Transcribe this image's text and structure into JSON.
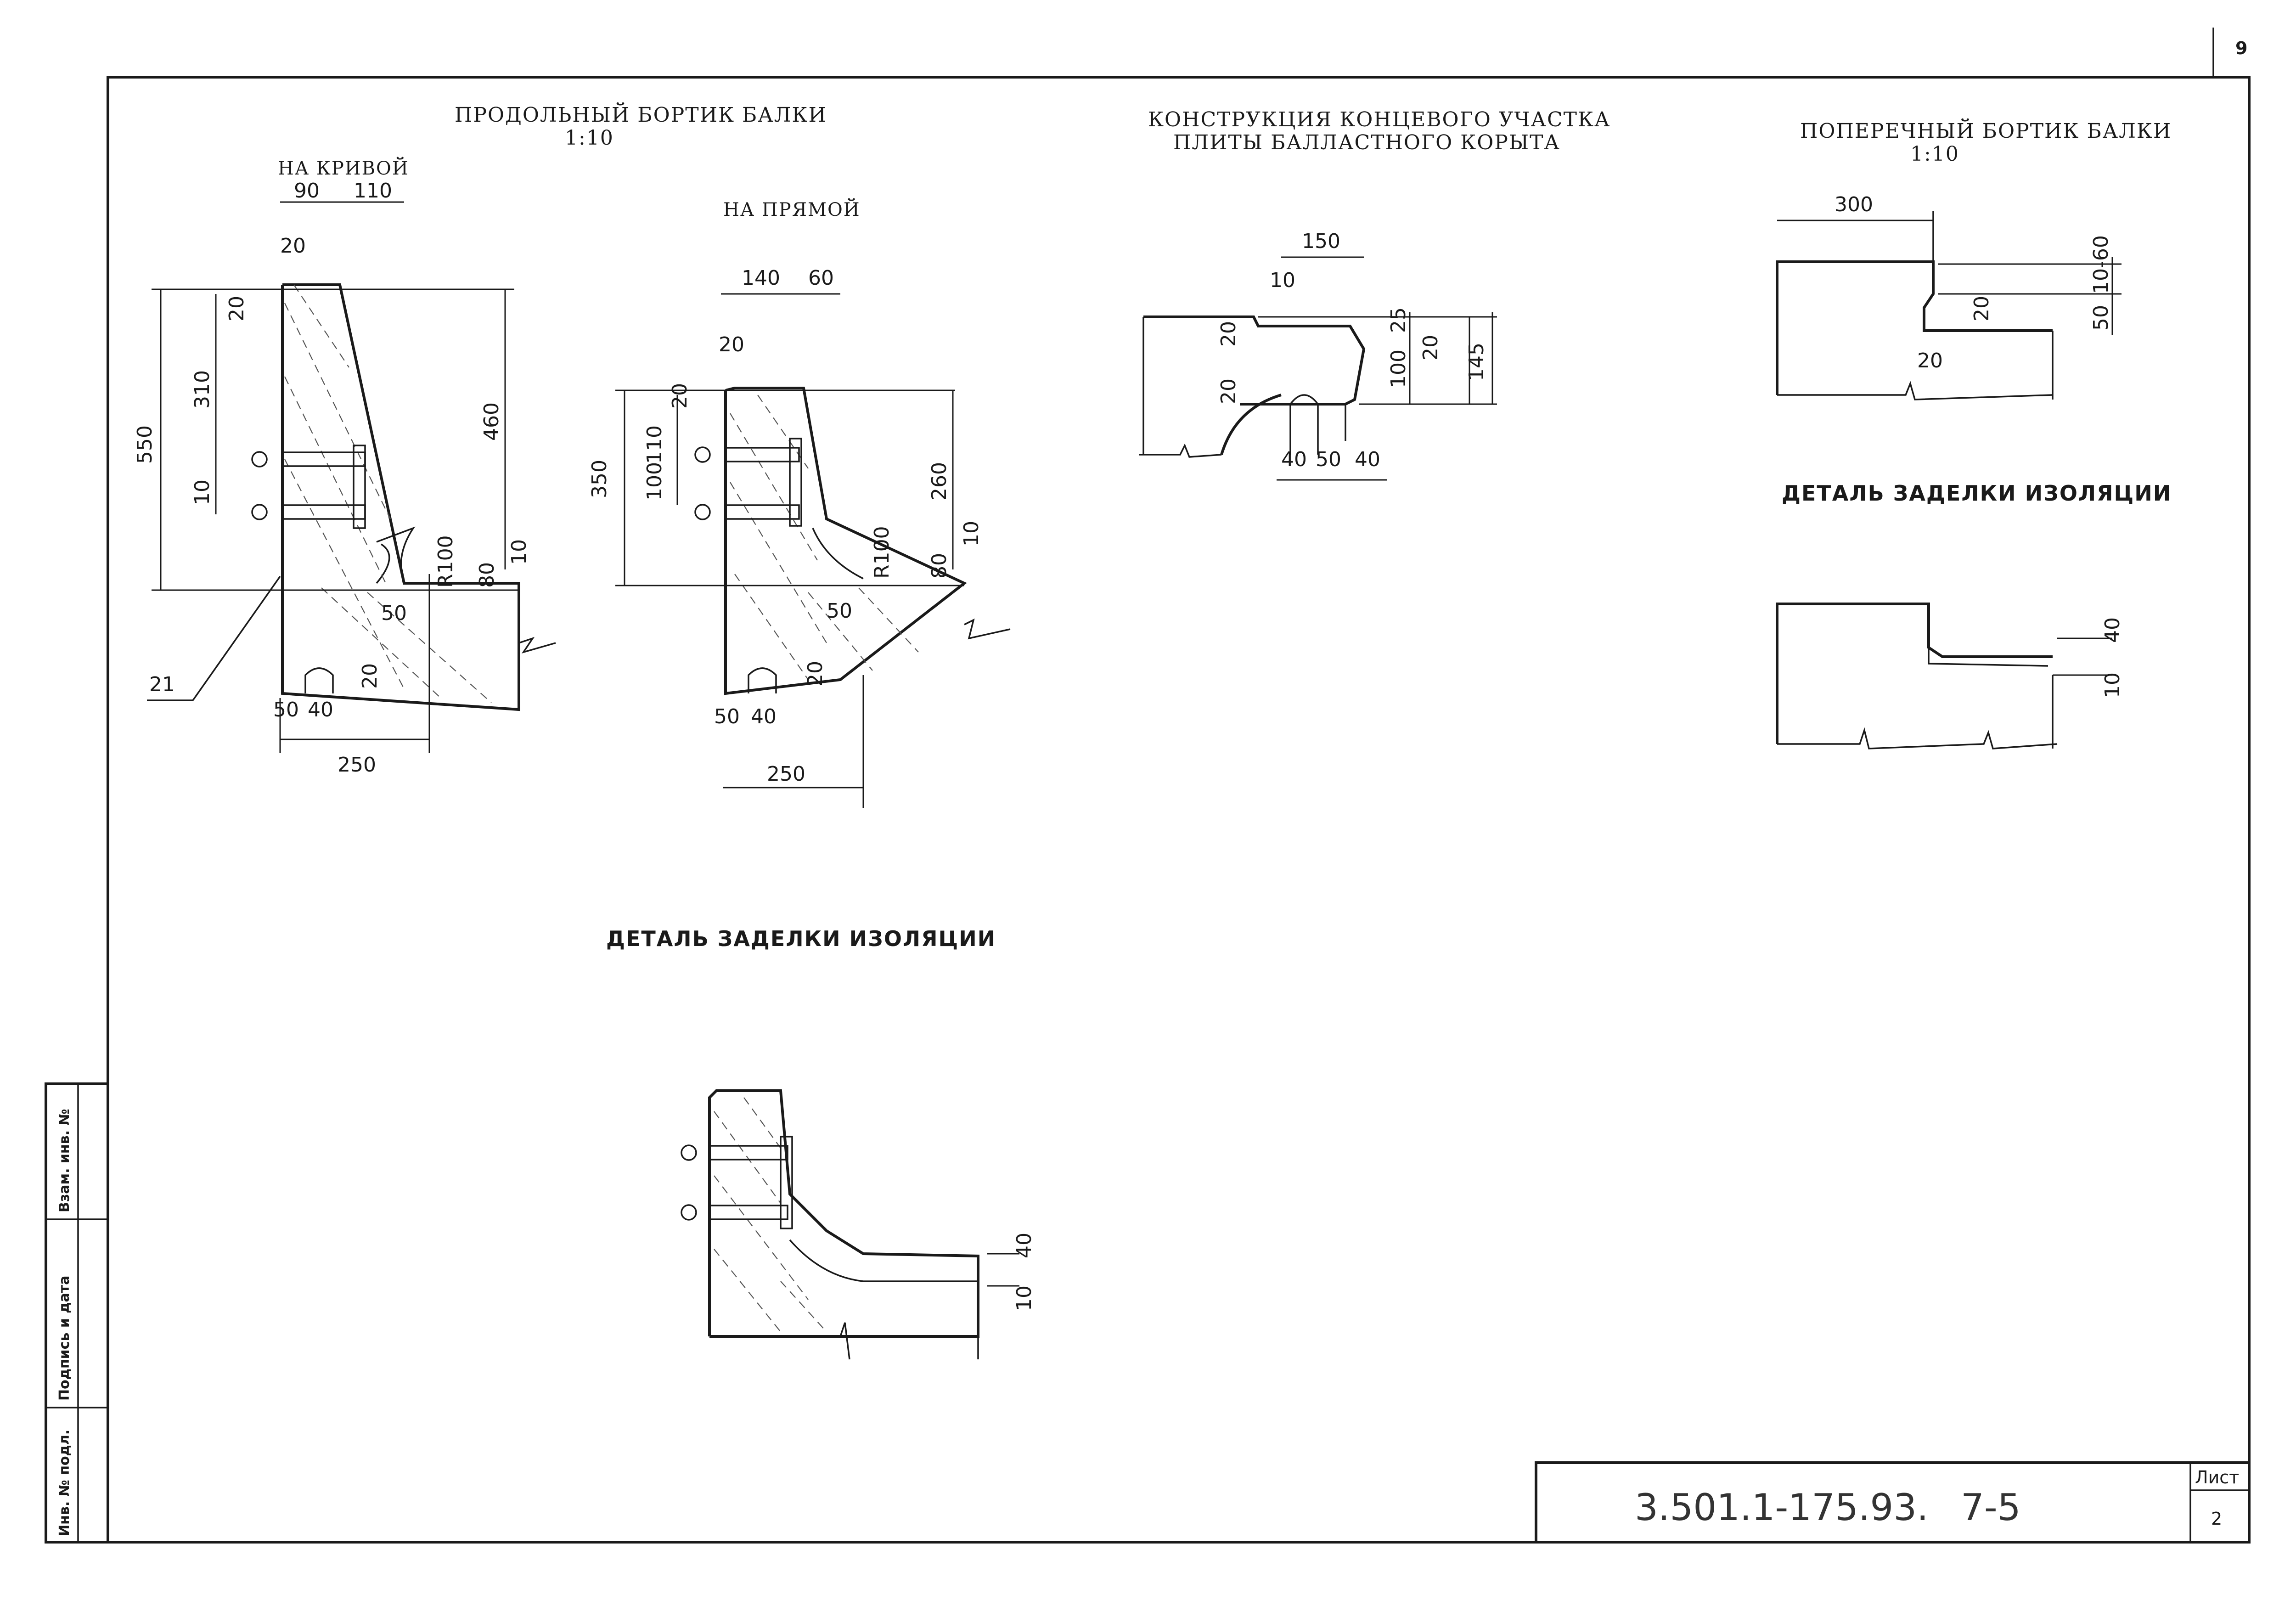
{
  "page_number": "9",
  "left_section": {
    "title": "ПРОДОЛЬНЫЙ БОРТИК БАЛКИ",
    "scale": "1:10",
    "curve_label": "НА КРИВОЙ",
    "straight_label": "НА ПРЯМОЙ",
    "curve_dims": [
      "90",
      "110",
      "20",
      "20",
      "310",
      "550",
      "460",
      "10",
      "R100",
      "80",
      "10",
      "50",
      "20",
      "50",
      "40",
      "250",
      "21"
    ],
    "straight_dims": [
      "140",
      "60",
      "20",
      "20",
      "110",
      "350",
      "100",
      "260",
      "R100",
      "80",
      "10",
      "50",
      "20",
      "50",
      "40",
      "250"
    ]
  },
  "middle_section": {
    "title_line1": "КОНСТРУКЦИЯ КОНЦЕВОГО УЧАСТКА",
    "title_line2": "ПЛИТЫ БАЛЛАСТНОГО КОРЫТА",
    "dims": [
      "150",
      "10",
      "20",
      "25",
      "20",
      "100",
      "145",
      "20",
      "40",
      "50",
      "40"
    ]
  },
  "right_section": {
    "title": "ПОПЕРЕЧНЫЙ БОРТИК БАЛКИ",
    "scale": "1:10",
    "dims": [
      "300",
      "10-60",
      "20",
      "50",
      "20"
    ],
    "detail_title": "ДЕТАЛЬ ЗАДЕЛКИ ИЗОЛЯЦИИ",
    "detail_dims": [
      "40",
      "10"
    ]
  },
  "bottom_detail": {
    "title": "ДЕТАЛЬ ЗАДЕЛКИ ИЗОЛЯЦИИ",
    "dims": [
      "40",
      "10"
    ]
  },
  "side_stamp": {
    "inv_orig": "Инв. № подл.",
    "sign_date": "Подпись и дата",
    "replace_inv": "Взам. инв. №"
  },
  "title_block": {
    "code": "3.501.1-175.93.",
    "issue": "7-5",
    "sheet_label": "Лист",
    "sheet_number": "2"
  }
}
